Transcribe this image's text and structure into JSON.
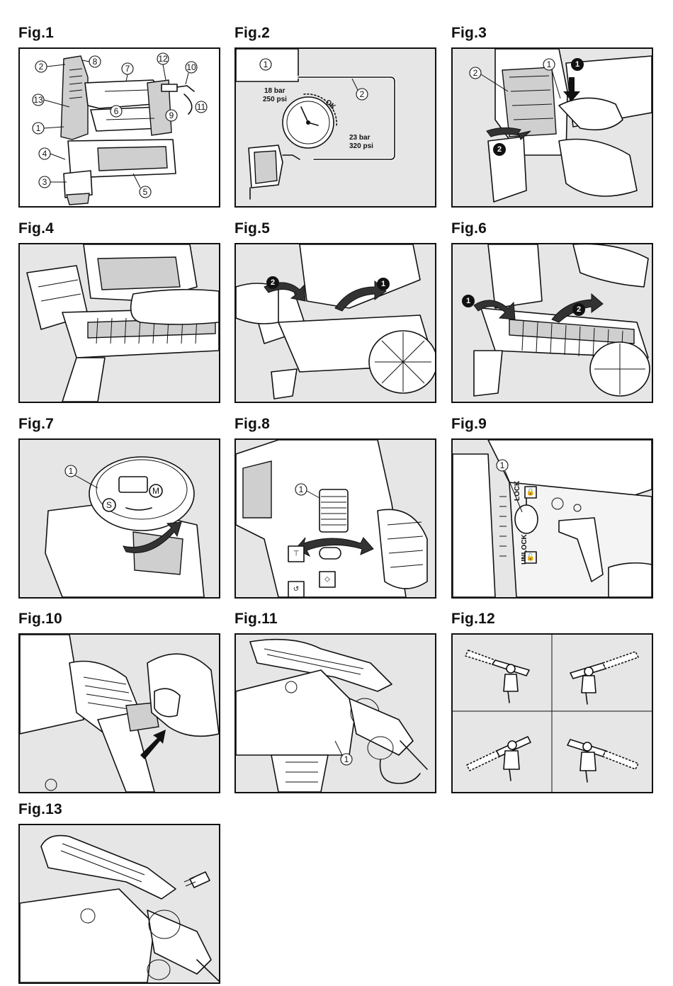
{
  "figures": [
    {
      "title": "Fig.1",
      "callouts": [
        "1",
        "2",
        "3",
        "4",
        "5",
        "6",
        "7",
        "8",
        "9",
        "10",
        "11",
        "12",
        "13"
      ]
    },
    {
      "title": "Fig.2",
      "callouts": [
        "1",
        "2"
      ],
      "gauge": {
        "min_bar": "18 bar",
        "min_psi": "250 psi",
        "ok": "OK",
        "max_bar": "23 bar",
        "max_psi": "320 psi"
      }
    },
    {
      "title": "Fig.3",
      "callouts": [
        "2",
        "1"
      ],
      "steps": [
        "1",
        "2"
      ]
    },
    {
      "title": "Fig.4"
    },
    {
      "title": "Fig.5",
      "steps": [
        "2",
        "1"
      ]
    },
    {
      "title": "Fig.6",
      "steps": [
        "1",
        "2"
      ]
    },
    {
      "title": "Fig.7",
      "callouts": [
        "1"
      ],
      "dial": {
        "left": "S",
        "right": "M"
      }
    },
    {
      "title": "Fig.8",
      "callouts": [
        "1"
      ]
    },
    {
      "title": "Fig.9",
      "callouts": [
        "1"
      ],
      "labels": {
        "lock": "LOCK",
        "unlock": "UNLOCK"
      }
    },
    {
      "title": "Fig.10"
    },
    {
      "title": "Fig.11",
      "callouts": [
        "1"
      ]
    },
    {
      "title": "Fig.12"
    },
    {
      "title": "Fig.13"
    }
  ]
}
